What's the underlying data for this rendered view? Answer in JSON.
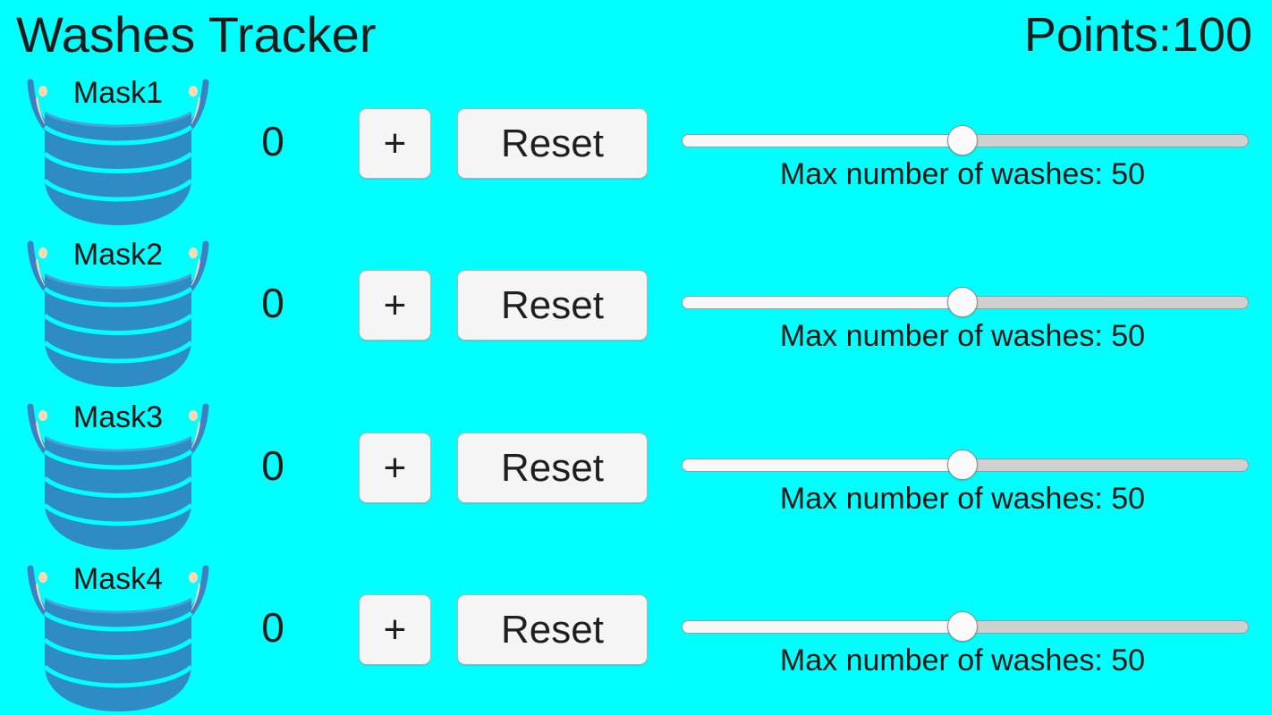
{
  "header": {
    "title": "Washes Tracker",
    "points_label": "Points:100"
  },
  "colors": {
    "background": "#00ffff",
    "mask_blue": "#2e8bc4",
    "mask_ear_peach": "#ffd9b3",
    "text": "#1b1b1b",
    "button_bg": "#f5f5f5",
    "button_border": "#b2b2b2",
    "slider_track": "#d0d0d0",
    "slider_fill": "#f7f7f7",
    "slider_thumb": "#fafafa"
  },
  "controls": {
    "increment_label": "+",
    "reset_label": "Reset",
    "slider_caption_prefix": "Max number of washes: ",
    "icon_name": "face-mask-icon"
  },
  "rows": [
    {
      "label": "Mask1",
      "count": "0",
      "increment_label": "+",
      "reset_label": "Reset",
      "slider_value": 50,
      "slider_percent": 50,
      "slider_caption": "Max number of washes: 50"
    },
    {
      "label": "Mask2",
      "count": "0",
      "increment_label": "+",
      "reset_label": "Reset",
      "slider_value": 50,
      "slider_percent": 50,
      "slider_caption": "Max number of washes: 50"
    },
    {
      "label": "Mask3",
      "count": "0",
      "increment_label": "+",
      "reset_label": "Reset",
      "slider_value": 50,
      "slider_percent": 50,
      "slider_caption": "Max number of washes: 50"
    },
    {
      "label": "Mask4",
      "count": "0",
      "increment_label": "+",
      "reset_label": "Reset",
      "slider_value": 50,
      "slider_percent": 50,
      "slider_caption": "Max number of washes: 50"
    }
  ]
}
